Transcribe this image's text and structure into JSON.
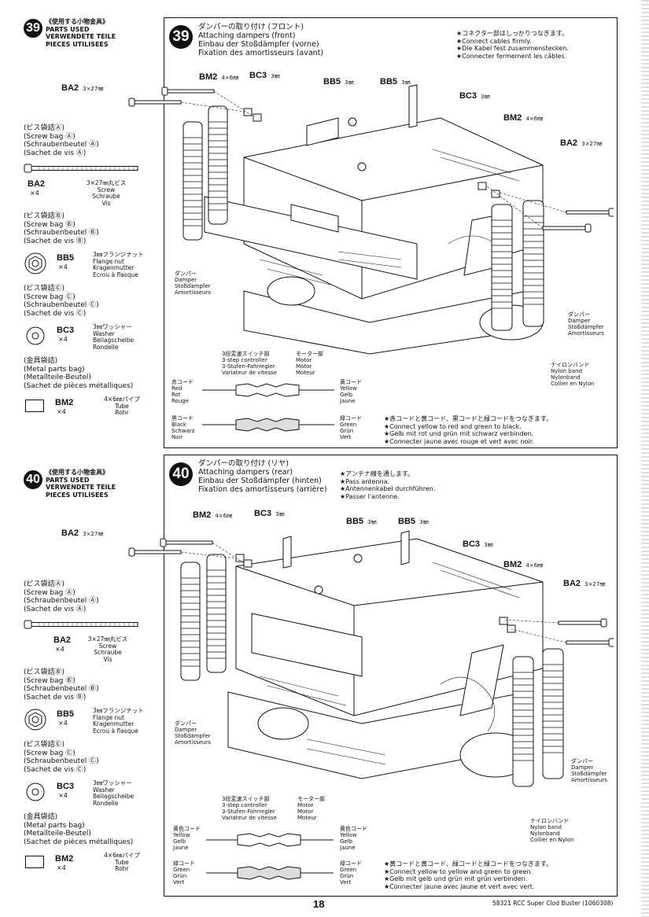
{
  "steps": [
    {
      "number": "39",
      "parts_header": [
        "《使用する小物金具》",
        "PARTS USED",
        "VERWENDETE TEILE",
        "PIECES UTILISEES"
      ],
      "title": [
        "ダンパーの取り付け (フロント)",
        "Attaching dampers (front)",
        "Einbau der Stoßdämpfer (vorne)",
        "Fixation des amortisseurs (avant)"
      ],
      "notes": [
        "★コネクター部はしっかりつなぎます。",
        "★Connect cables firmly.",
        "★Die Kabel fest zusammenstecken.",
        "★Connecter fermement les câbles."
      ],
      "bags": [
        {
          "bag": [
            "(ビス袋詰Ⓐ)",
            "(Screw bag Ⓐ)",
            "(Schraubenbeutel Ⓐ)",
            "(Sachet de vis Ⓐ)"
          ],
          "part": "BA2",
          "count": "×4",
          "desc": [
            "3×27㎜丸ビス",
            "Screw",
            "Schraube",
            "Vis"
          ],
          "icon": "screw-icon"
        },
        {
          "bag": [
            "(ビス袋詰Ⓑ)",
            "(Screw bag Ⓑ)",
            "(Schraubenbeutel Ⓑ)",
            "(Sachet de vis Ⓑ)"
          ],
          "part": "BB5",
          "count": "×4",
          "desc": [
            "3㎜フランジナット",
            "Flange nut",
            "Kragenmutter",
            "Ecrou à flasque"
          ],
          "icon": "flange-nut-icon"
        },
        {
          "bag": [
            "(ビス袋詰Ⓒ)",
            "(Screw bag Ⓒ)",
            "(Schraubenbeutel Ⓒ)",
            "(Sachet de vis Ⓒ)"
          ],
          "part": "BC3",
          "count": "×4",
          "desc": [
            "3㎜ワッシャー",
            "Washer",
            "Beilagscheibe",
            "Rondelle"
          ],
          "icon": "washer-icon"
        },
        {
          "bag": [
            "(金具袋詰)",
            "(Metal parts bag)",
            "(Metallteile-Beutel)",
            "(Sachet de pièces métalliques)"
          ],
          "part": "BM2",
          "count": "×4",
          "desc": [
            "4×6㎜パイプ",
            "Tube",
            "Rohr"
          ],
          "icon": "tube-icon"
        }
      ],
      "callouts": {
        "ba2_left": "BA2",
        "ba2_left_size": "3×27㎜",
        "bm2_left": "BM2",
        "bm2_left_size": "4×6㎜",
        "bc3_left": "BC3",
        "bc3_left_size": "3㎜",
        "bb5_a": "BB5",
        "bb5_a_size": "3㎜",
        "bb5_b": "BB5",
        "bb5_b_size": "3㎜",
        "bc3_right": "BC3",
        "bc3_right_size": "3㎜",
        "bm2_right": "BM2",
        "bm2_right_size": "4×6㎜",
        "ba2_right": "BA2",
        "ba2_right_size": "3×27㎜"
      },
      "damper_left": [
        "ダンパー",
        "Damper",
        "Stoßdämpfer",
        "Amortisseurs"
      ],
      "damper_right": [
        "ダンパー",
        "Damper",
        "Stoßdämpfer",
        "Amortisseurs"
      ],
      "nylon_band": [
        "ナイロンバンド",
        "Nylon band",
        "Nylonband",
        "Collier en Nylon"
      ],
      "controller": [
        "3段変速スイッチ部",
        "3-step controller",
        "3-Stufen-Fahrregler",
        "Variateur de vitesse"
      ],
      "motor": [
        "モーター部",
        "Motor",
        "Motor",
        "Moteur"
      ],
      "wire_red": [
        "赤コード",
        "Red",
        "Rot",
        "Rouge"
      ],
      "wire_yellow": [
        "黄コード",
        "Yellow",
        "Gelb",
        "Jaune"
      ],
      "wire_black": [
        "黒コード",
        "Black",
        "Schwarz",
        "Noir"
      ],
      "wire_green": [
        "緑コード",
        "Green",
        "Grün",
        "Vert"
      ],
      "wire_notes": [
        "★赤コードと黄コード、黒コードと緑コードをつなぎます。",
        "★Connect yellow to red and green to black.",
        "★Gelb mit rot und grün mit schwarz verbinden.",
        "★Connecter jaune avec rouge et vert avec noir."
      ]
    },
    {
      "number": "40",
      "parts_header": [
        "《使用する小物金具》",
        "PARTS USED",
        "VERWENDETE TEILE",
        "PIECES UTILISEES"
      ],
      "title": [
        "ダンパーの取り付け (リヤ)",
        "Attaching dampers (rear)",
        "Einbau der Stoßdämpfer (hinten)",
        "Fixation des amortisseurs (arrière)"
      ],
      "notes": [
        "★アンテナ線を通します。",
        "★Pass antenna.",
        "★Antennenkabel durchführen.",
        "★Passer l'antenne."
      ],
      "bags": [
        {
          "bag": [
            "(ビス袋詰Ⓐ)",
            "(Screw bag Ⓐ)",
            "(Schraubenbeutel Ⓐ)",
            "(Sachet de vis Ⓐ)"
          ],
          "part": "BA2",
          "count": "×4",
          "desc": [
            "3×27㎜丸ビス",
            "Screw",
            "Schraube",
            "Vis"
          ],
          "icon": "screw-icon"
        },
        {
          "bag": [
            "(ビス袋詰Ⓑ)",
            "(Screw bag Ⓑ)",
            "(Schraubenbeutel Ⓑ)",
            "(Sachet de vis Ⓑ)"
          ],
          "part": "BB5",
          "count": "×4",
          "desc": [
            "3㎜フランジナット",
            "Flange nut",
            "Kragenmutter",
            "Ecrou à flasque"
          ],
          "icon": "flange-nut-icon"
        },
        {
          "bag": [
            "(ビス袋詰Ⓒ)",
            "(Screw bag Ⓒ)",
            "(Schraubenbeutel Ⓒ)",
            "(Sachet de vis Ⓒ)"
          ],
          "part": "BC3",
          "count": "×4",
          "desc": [
            "3㎜ワッシャー",
            "Washer",
            "Beilagscheibe",
            "Rondelle"
          ],
          "icon": "washer-icon"
        },
        {
          "bag": [
            "(金具袋詰)",
            "(Metal parts bag)",
            "(Metallteile-Beutel)",
            "(Sachet de pièces métalliques)"
          ],
          "part": "BM2",
          "count": "×4",
          "desc": [
            "4×6㎜パイプ",
            "Tube",
            "Rohr"
          ],
          "icon": "tube-icon"
        }
      ],
      "callouts": {
        "ba2_left": "BA2",
        "ba2_left_size": "3×27㎜",
        "bm2_left": "BM2",
        "bm2_left_size": "4×6㎜",
        "bc3_left": "BC3",
        "bc3_left_size": "3㎜",
        "bb5_a": "BB5",
        "bb5_a_size": "3㎜",
        "bb5_b": "BB5",
        "bb5_b_size": "3㎜",
        "bc3_right": "BC3",
        "bc3_right_size": "3㎜",
        "bm2_right": "BM2",
        "bm2_right_size": "4×6㎜",
        "ba2_right": "BA2",
        "ba2_right_size": "3×27㎜"
      },
      "damper_left": [
        "ダンパー",
        "Damper",
        "Stoßdämpfer",
        "Amortisseurs"
      ],
      "damper_right": [
        "ダンパー",
        "Damper",
        "Stoßdämpfer",
        "Amortisseurs"
      ],
      "nylon_band": [
        "ナイロンバンド",
        "Nylon band",
        "Nylonband",
        "Collier en Nylon"
      ],
      "controller": [
        "3段変速スイッチ部",
        "3-step controller",
        "3-Stufen-Fahrregler",
        "Variateur de vitesse"
      ],
      "motor": [
        "モーター部",
        "Motor",
        "Motor",
        "Moteur"
      ],
      "wire_yellow": [
        "黄色コード",
        "Yellow",
        "Gelb",
        "Jaune"
      ],
      "wire_yellow2": [
        "黄色コード",
        "Yellow",
        "Gelb",
        "Jaune"
      ],
      "wire_green": [
        "緑コード",
        "Green",
        "Grün",
        "Vert"
      ],
      "wire_green2": [
        "緑コード",
        "Green",
        "Grün",
        "Vert"
      ],
      "wire_notes": [
        "★黄コードと黄コード、緑コードと緑コードをつなぎます。",
        "★Connect yellow to yellow and green to green.",
        "★Gelb mit gelb und grün mit grün verbinden.",
        "★Connecter jaune avec jaune et vert avec vert."
      ]
    }
  ],
  "footer": {
    "page_number": "18",
    "doc_ref": "58321 RCC Super Clod Buster (1060308)"
  }
}
